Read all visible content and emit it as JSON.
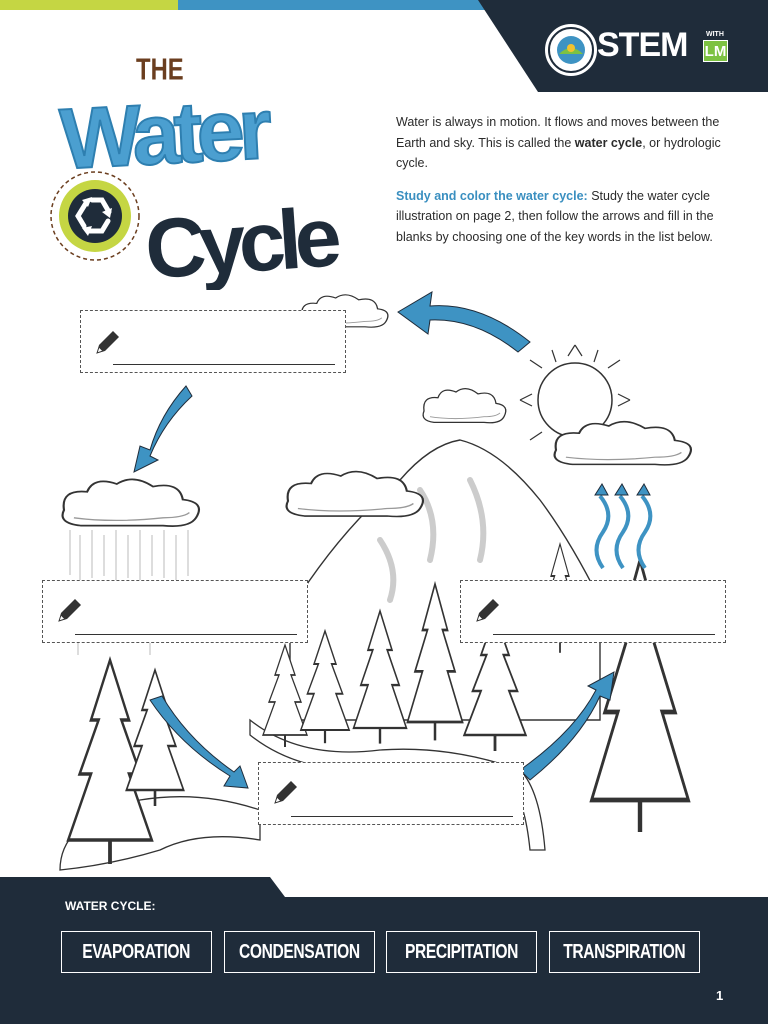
{
  "brand": {
    "stem": "STEM",
    "with": "WITH",
    "lm": "LM"
  },
  "title": {
    "the": "THE",
    "water": "Water",
    "cycle": "Cycle"
  },
  "intro": {
    "p1_a": "Water is always in motion. It flows and moves between the Earth and sky. This is called the ",
    "p1_b": "water cycle",
    "p1_c": ", or hydrologic cycle.",
    "p2_a": "Study and color the water cycle:",
    "p2_b": " Study the water cycle illustration on page 2, then follow the arrows and fill in the blanks by choosing one of the key words in the list below."
  },
  "footer": {
    "label": "WATER CYCLE:",
    "keywords": [
      "EVAPORATION",
      "CONDENSATION",
      "PRECIPITATION",
      "TRANSPIRATION"
    ],
    "page": "1"
  },
  "colors": {
    "navy": "#1f2c3a",
    "blue": "#3e93c3",
    "green": "#c5d643",
    "brown": "#6b3e1f"
  }
}
